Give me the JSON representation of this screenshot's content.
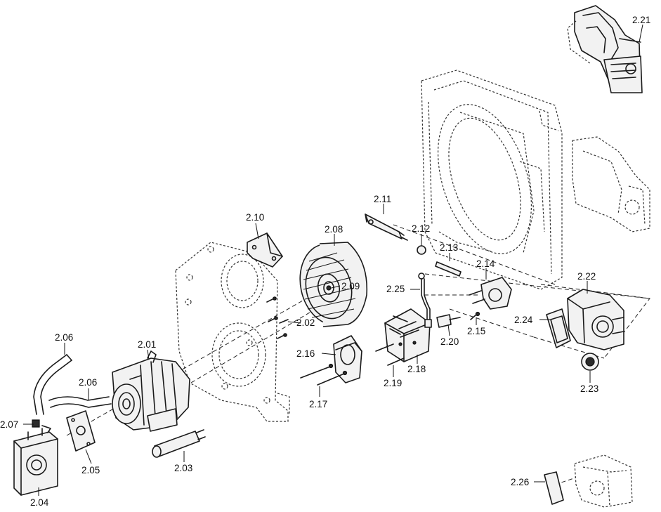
{
  "labels": {
    "p201": "2.01",
    "p202": "2.02",
    "p203": "2.03",
    "p204": "2.04",
    "p205": "2.05",
    "p206a": "2.06",
    "p206b": "2.06",
    "p207": "2.07",
    "p208": "2.08",
    "p209": "2.09",
    "p210": "2.10",
    "p211": "2.11",
    "p212": "2.12",
    "p213": "2.13",
    "p214": "2.14",
    "p215": "2.15",
    "p216": "2.16",
    "p217": "2.17",
    "p218": "2.18",
    "p219": "2.19",
    "p220": "2.20",
    "p221": "2.21",
    "p222": "2.22",
    "p223": "2.23",
    "p224": "2.24",
    "p225": "2.25",
    "p226": "2.26"
  }
}
